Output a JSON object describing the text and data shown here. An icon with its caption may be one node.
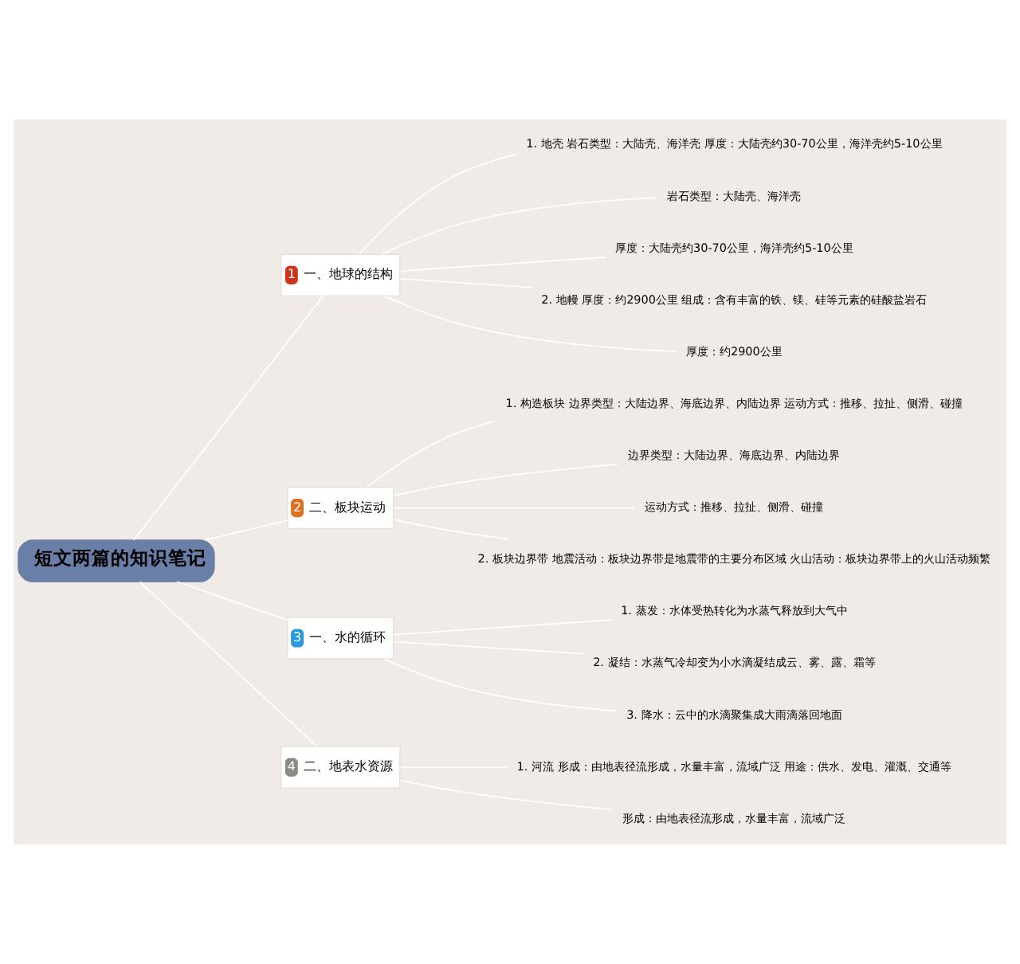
{
  "diagram": {
    "nodes": [
      {
        "text": [
          "短文两篇的知识笔记"
        ]
      },
      {
        "text": [
          "1",
          "一、地球的结构"
        ]
      },
      {
        "text": [
          "1. 地壳 岩石类型：大陆壳、海洋壳 厚度：大陆壳约30-70公里，海洋壳约5-10公里"
        ]
      },
      {
        "text": [
          "岩石类型：大陆壳、海洋壳"
        ]
      },
      {
        "text": [
          "厚度：大陆壳约30-70公里，海洋壳约5-10公里"
        ]
      },
      {
        "text": [
          "2. 地幔 厚度：约2900公里 组成：含有丰富的铁、镁、硅等元素的硅酸盐岩石"
        ]
      },
      {
        "text": [
          "厚度：约2900公里"
        ]
      },
      {
        "text": [
          "2",
          "二、板块运动"
        ]
      },
      {
        "text": [
          "1. 构造板块 边界类型：大陆边界、海底边界、内陆边界 运动方式：推移、拉扯、侧滑、碰撞"
        ]
      },
      {
        "text": [
          "边界类型：大陆边界、海底边界、内陆边界"
        ]
      },
      {
        "text": [
          "运动方式：推移、拉扯、侧滑、碰撞"
        ]
      },
      {
        "text": [
          "2. 板块边界带 地震活动：板块边界带是地震带的主要分布区域 火山活动：板块边界带上的火山活动频繁"
        ]
      },
      {
        "text": [
          "3",
          "一、水的循环"
        ]
      },
      {
        "text": [
          "1. 蒸发：水体受热转化为水蒸气释放到大气中"
        ]
      },
      {
        "text": [
          "2. 凝结：水蒸气冷却变为小水滴凝结成云、雾、露、霜等"
        ]
      },
      {
        "text": [
          "3. 降水：云中的水滴聚集成大雨滴落回地面"
        ]
      },
      {
        "text": [
          "4",
          "二、地表水资源"
        ]
      },
      {
        "text": [
          "1. 河流 形成：由地表径流形成，水量丰富，流域广泛 用途：供水、发电、灌溉、交通等"
        ]
      },
      {
        "text": [
          "形成：由地表径流形成，水量丰富，流域广泛"
        ]
      }
    ],
    "edges": [
      {
        "from": 0,
        "to": 1,
        "arrow": "none"
      },
      {
        "from": 0,
        "to": 7,
        "arrow": "none"
      },
      {
        "from": 0,
        "to": 12,
        "arrow": "none"
      },
      {
        "from": 0,
        "to": 16,
        "arrow": "none"
      },
      {
        "from": 1,
        "to": 2,
        "arrow": "none"
      },
      {
        "from": 1,
        "to": 3,
        "arrow": "none"
      },
      {
        "from": 1,
        "to": 4,
        "arrow": "none"
      },
      {
        "from": 1,
        "to": 5,
        "arrow": "none"
      },
      {
        "from": 1,
        "to": 6,
        "arrow": "none"
      },
      {
        "from": 7,
        "to": 8,
        "arrow": "none"
      },
      {
        "from": 7,
        "to": 9,
        "arrow": "none"
      },
      {
        "from": 7,
        "to": 10,
        "arrow": "none"
      },
      {
        "from": 7,
        "to": 11,
        "arrow": "none"
      },
      {
        "from": 12,
        "to": 13,
        "arrow": "none"
      },
      {
        "from": 12,
        "to": 14,
        "arrow": "none"
      },
      {
        "from": 12,
        "to": 15,
        "arrow": "none"
      },
      {
        "from": 16,
        "to": 17,
        "arrow": "none"
      },
      {
        "from": 16,
        "to": 18,
        "arrow": "none"
      }
    ]
  }
}
